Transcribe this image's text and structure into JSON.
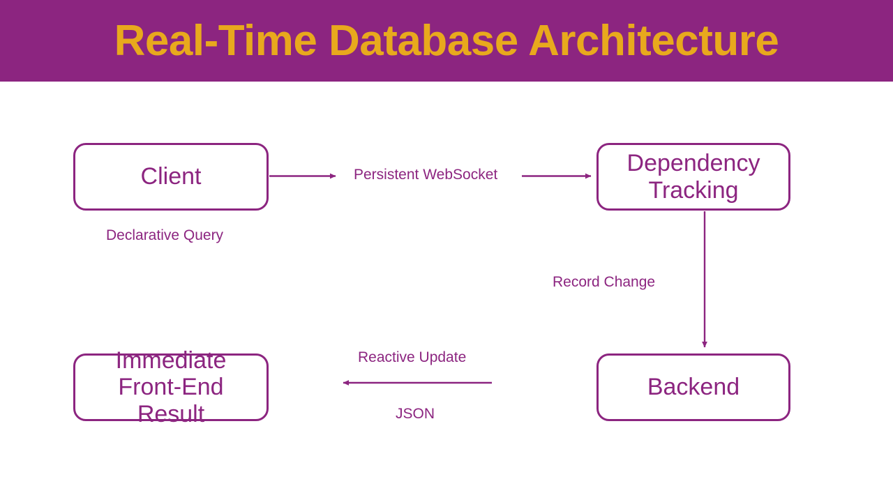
{
  "slide": {
    "title": "Real-Time Database Architecture",
    "header_bg": "#8C2580",
    "title_color": "#E8A91D",
    "accent_color": "#8C2580",
    "canvas_bg": "#FFFFFF"
  },
  "nodes": [
    {
      "id": "client",
      "label": "Client"
    },
    {
      "id": "dependency",
      "label": "Dependency Tracking"
    },
    {
      "id": "frontend",
      "label": "Immediate Front-End Result"
    },
    {
      "id": "backend",
      "label": "Backend"
    }
  ],
  "edges": [
    {
      "id": "client-to-dependency",
      "label": "Persistent WebSocket",
      "direction": "right"
    },
    {
      "id": "client-note",
      "label": "Declarative Query",
      "direction": "none"
    },
    {
      "id": "dependency-to-backend",
      "label": "Record Change",
      "direction": "down"
    },
    {
      "id": "backend-to-frontend",
      "label": "Reactive Update",
      "direction": "left"
    },
    {
      "id": "backend-to-frontend-format",
      "label": "JSON",
      "direction": "none"
    }
  ]
}
